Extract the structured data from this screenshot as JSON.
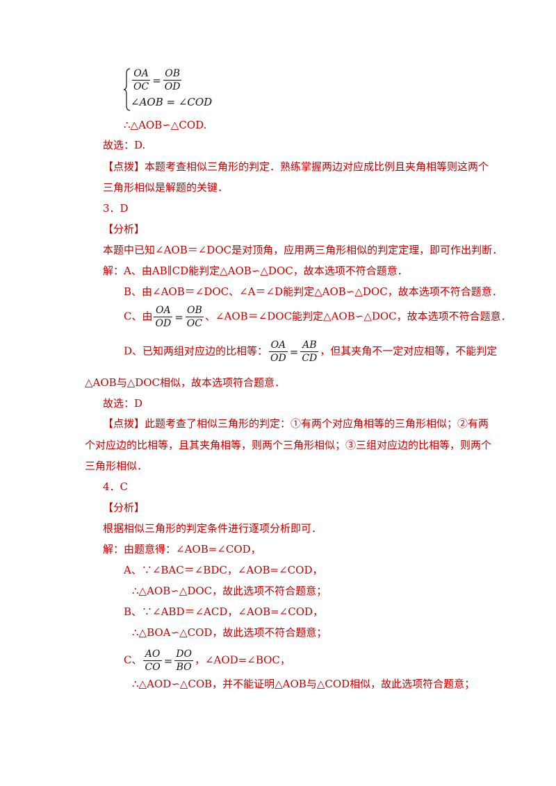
{
  "system": {
    "f1_num": "OA",
    "f1_den": "OC",
    "f2_num": "OB",
    "f2_den": "OD",
    "angle_line": "∠AOB = ∠COD"
  },
  "q2": {
    "conclusion": "∴△AOB∽△COD.",
    "answer": "故选：D.",
    "tip_tag": "【点拨】",
    "tip_text_1": "本题考查相似三角形的判定．熟练掌握两边对应成比例且夹角相等则这两个",
    "tip_text_2": "三角形相似是解题的关键．"
  },
  "q3": {
    "number": "3．D",
    "analysis_tag": "【分析】",
    "analysis_text": "本题中已知∠AOB＝∠DOC是对顶角，应用两三角形相似的判定定理，即可作出判断．",
    "sol_A": "解：A、由AB∥CD能判定△AOB∽△DOC，故本选项不符合题意．",
    "sol_B": "B、由∠AOB＝∠DOC、∠A＝∠D能判定△AOB∽△DOC，故本选项不符合题意．",
    "sol_C_prefix": "C、由",
    "sol_C_f1_num": "OA",
    "sol_C_f1_den": "OD",
    "sol_C_f2_num": "OB",
    "sol_C_f2_den": "OC",
    "sol_C_suffix": "、∠AOB＝∠DOC能判定△AOB∽△DOC，故本选项不符合题意．",
    "sol_D_prefix": "D、已知两组对应边的比相等：",
    "sol_D_f1_num": "OA",
    "sol_D_f1_den": "OD",
    "sol_D_f2_num": "AB",
    "sol_D_f2_den": "CD",
    "sol_D_suffix": "，但其夹角不一定对应相等，不能判定",
    "sol_D_cont": "△AOB与△DOC相似，故本选项符合题意．",
    "answer": "故选：D",
    "tip_tag": "【点拨】",
    "tip_text_1": "此题考查了相似三角形的判定：①有两个对应角相等的三角形相似；②有两",
    "tip_text_2": "个对应边的比相等，且其夹角相等，则两个三角形相似；③三组对应边的比相等，则两个",
    "tip_text_3": "三角形相似．"
  },
  "q4": {
    "number": "4．C",
    "analysis_tag": "【分析】",
    "analysis_text": "根据相似三角形的判定条件进行逐项分析即可．",
    "sol_intro": "解：由题意得：∠AOB=∠COD，",
    "A_line": "A、∵∠BAC＝∠BDC，∠AOB=∠COD，",
    "A_concl": "∴△AOB∽△DOC，故此选项不符合题意；",
    "B_line": "B、∵∠ABD＝∠ACD，∠AOB=∠COD，",
    "B_concl": "∴△BOA∽△COD，故此选项不符合题意；",
    "C_prefix": "C、",
    "C_f1_num": "AO",
    "C_f1_den": "CO",
    "C_f2_num": "DO",
    "C_f2_den": "BO",
    "C_suffix": "，∠AOD=∠BOC，",
    "C_concl": "∴△AOD∽△COB，并不能证明△AOB与△COD相似，故此选项符合题意；"
  }
}
